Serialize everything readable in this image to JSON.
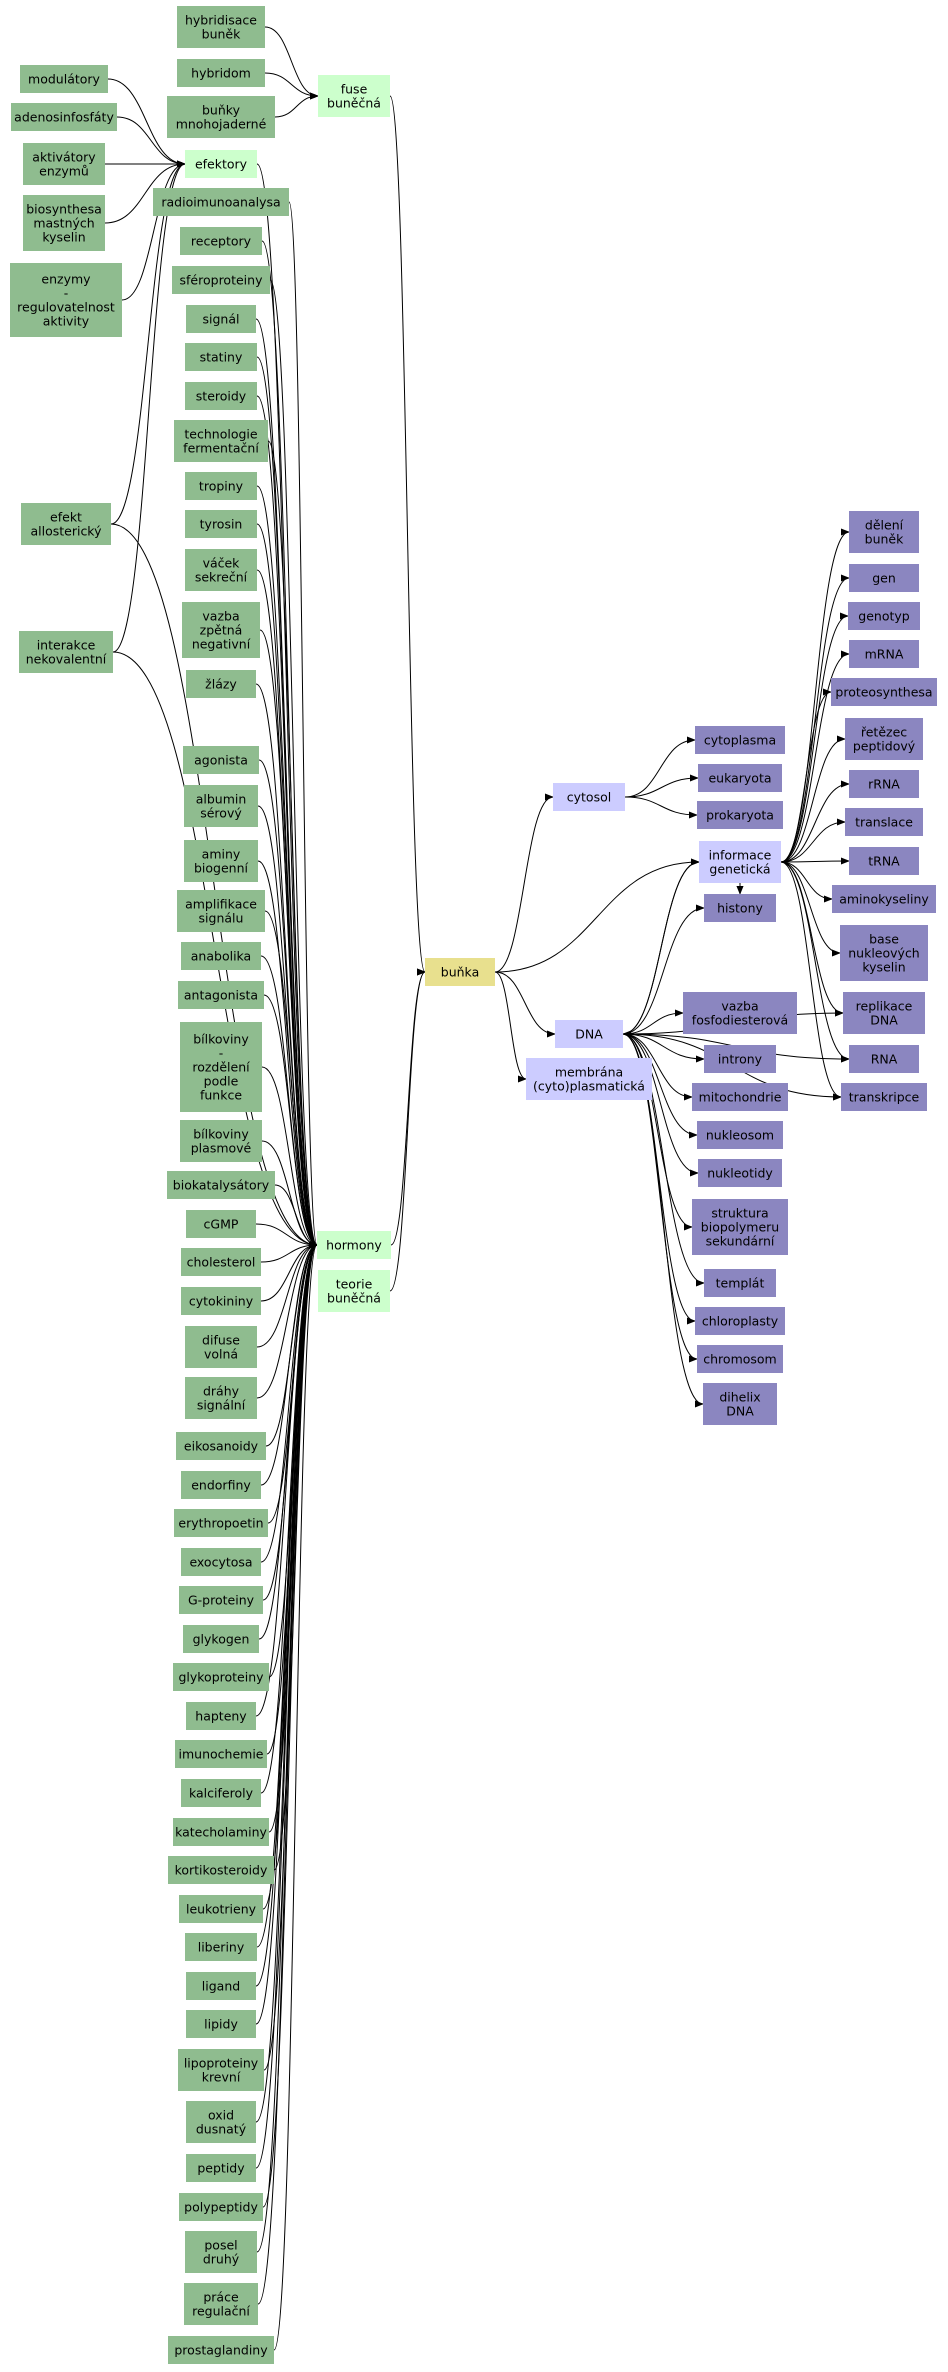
{
  "colors": {
    "concept_green": "#8fbc8f",
    "light_green": "#ccffcc",
    "center_yellow": "#e8e08e",
    "lavender": "#ccccff",
    "purple": "#8b86c0",
    "edge": "#000000",
    "text": "#000000"
  },
  "nodes": [
    {
      "id": "hybridisace",
      "label": "hybridisace\nbuněk",
      "style": "green"
    },
    {
      "id": "hybridom",
      "label": "hybridom",
      "style": "green"
    },
    {
      "id": "bunky_mnoho",
      "label": "buňky\nmnohojaderné",
      "style": "green"
    },
    {
      "id": "fuse",
      "label": "fuse\nbuněčná",
      "style": "lightgreen"
    },
    {
      "id": "modulatory",
      "label": "modulátory",
      "style": "green"
    },
    {
      "id": "adenosin",
      "label": "adenosinfosfáty",
      "style": "green"
    },
    {
      "id": "aktivatory",
      "label": "aktivátory\nenzymů",
      "style": "green"
    },
    {
      "id": "biosynthesa",
      "label": "biosynthesa\nmastných\nkyselin",
      "style": "green"
    },
    {
      "id": "enzymy",
      "label": "enzymy\n-\nregulovatelnost\naktivity",
      "style": "green"
    },
    {
      "id": "efekt",
      "label": "efekt\nallosterický",
      "style": "green"
    },
    {
      "id": "interakce",
      "label": "interakce\nnekovalentní",
      "style": "green"
    },
    {
      "id": "efektory",
      "label": "efektory",
      "style": "lightgreen"
    },
    {
      "id": "radio",
      "label": "radioimunoanalysa",
      "style": "green"
    },
    {
      "id": "receptory",
      "label": "receptory",
      "style": "green"
    },
    {
      "id": "sferoproteiny",
      "label": "sféroproteiny",
      "style": "green"
    },
    {
      "id": "signal",
      "label": "signál",
      "style": "green"
    },
    {
      "id": "statiny",
      "label": "statiny",
      "style": "green"
    },
    {
      "id": "steroidy",
      "label": "steroidy",
      "style": "green"
    },
    {
      "id": "technologie",
      "label": "technologie\nfermentační",
      "style": "green"
    },
    {
      "id": "tropiny",
      "label": "tropiny",
      "style": "green"
    },
    {
      "id": "tyrosin",
      "label": "tyrosin",
      "style": "green"
    },
    {
      "id": "vacek",
      "label": "váček\nsekreční",
      "style": "green"
    },
    {
      "id": "vazba_zpetna",
      "label": "vazba\nzpětná\nnegativní",
      "style": "green"
    },
    {
      "id": "zlazy",
      "label": "žlázy",
      "style": "green"
    },
    {
      "id": "agonista",
      "label": "agonista",
      "style": "green"
    },
    {
      "id": "albumin",
      "label": "albumin\nsérový",
      "style": "green"
    },
    {
      "id": "aminy",
      "label": "aminy\nbiogenní",
      "style": "green"
    },
    {
      "id": "amplifikace",
      "label": "amplifikace\nsignálu",
      "style": "green"
    },
    {
      "id": "anabolika",
      "label": "anabolika",
      "style": "green"
    },
    {
      "id": "antagonista",
      "label": "antagonista",
      "style": "green"
    },
    {
      "id": "bilkoviny_rozd",
      "label": "bílkoviny\n-\nrozdělení\npodle\nfunkce",
      "style": "green"
    },
    {
      "id": "bilkoviny_plaz",
      "label": "bílkoviny\nplasmové",
      "style": "green"
    },
    {
      "id": "biokatalysatory",
      "label": "biokatalysátory",
      "style": "green"
    },
    {
      "id": "cgmp",
      "label": "cGMP",
      "style": "green"
    },
    {
      "id": "cholesterol",
      "label": "cholesterol",
      "style": "green"
    },
    {
      "id": "cytokininy",
      "label": "cytokininy",
      "style": "green"
    },
    {
      "id": "difuse",
      "label": "difuse\nvolná",
      "style": "green"
    },
    {
      "id": "drahy",
      "label": "dráhy\nsignální",
      "style": "green"
    },
    {
      "id": "eikosanoidy",
      "label": "eikosanoidy",
      "style": "green"
    },
    {
      "id": "endorfiny",
      "label": "endorfiny",
      "style": "green"
    },
    {
      "id": "erythropoetin",
      "label": "erythropoetin",
      "style": "green"
    },
    {
      "id": "exocytosa",
      "label": "exocytosa",
      "style": "green"
    },
    {
      "id": "gproteiny",
      "label": "G-proteiny",
      "style": "green"
    },
    {
      "id": "glykogen",
      "label": "glykogen",
      "style": "green"
    },
    {
      "id": "glykoproteiny",
      "label": "glykoproteiny",
      "style": "green"
    },
    {
      "id": "hapteny",
      "label": "hapteny",
      "style": "green"
    },
    {
      "id": "imunochemie",
      "label": "imunochemie",
      "style": "green"
    },
    {
      "id": "kalciferoly",
      "label": "kalciferoly",
      "style": "green"
    },
    {
      "id": "katecholaminy",
      "label": "katecholaminy",
      "style": "green"
    },
    {
      "id": "kortikosteroidy",
      "label": "kortikosteroidy",
      "style": "green"
    },
    {
      "id": "leukotrieny",
      "label": "leukotrieny",
      "style": "green"
    },
    {
      "id": "liberiny",
      "label": "liberiny",
      "style": "green"
    },
    {
      "id": "ligand",
      "label": "ligand",
      "style": "green"
    },
    {
      "id": "lipidy",
      "label": "lipidy",
      "style": "green"
    },
    {
      "id": "lipoproteiny",
      "label": "lipoproteiny\nkrevní",
      "style": "green"
    },
    {
      "id": "oxid",
      "label": "oxid\ndusnatý",
      "style": "green"
    },
    {
      "id": "peptidy",
      "label": "peptidy",
      "style": "green"
    },
    {
      "id": "polypeptidy",
      "label": "polypeptidy",
      "style": "green"
    },
    {
      "id": "posel",
      "label": "posel\ndruhý",
      "style": "green"
    },
    {
      "id": "prace",
      "label": "práce\nregulační",
      "style": "green"
    },
    {
      "id": "prostaglandiny",
      "label": "prostaglandiny",
      "style": "green"
    },
    {
      "id": "hormony",
      "label": "hormony",
      "style": "lightgreen"
    },
    {
      "id": "teorie",
      "label": "teorie\nbuněčná",
      "style": "lightgreen"
    },
    {
      "id": "bunka",
      "label": "buňka",
      "style": "yellow"
    },
    {
      "id": "cytosol",
      "label": "cytosol",
      "style": "lavender"
    },
    {
      "id": "dna",
      "label": "DNA",
      "style": "lavender"
    },
    {
      "id": "membrana",
      "label": "membrána\n(cyto)plasmatická",
      "style": "lavender"
    },
    {
      "id": "cytoplasma",
      "label": "cytoplasma",
      "style": "purple"
    },
    {
      "id": "eukaryota",
      "label": "eukaryota",
      "style": "purple"
    },
    {
      "id": "prokaryota",
      "label": "prokaryota",
      "style": "purple"
    },
    {
      "id": "informace",
      "label": "informace\ngenetická",
      "style": "lavender"
    },
    {
      "id": "histony",
      "label": "histony",
      "style": "purple"
    },
    {
      "id": "vazba_fosfo",
      "label": "vazba\nfosfodiesterová",
      "style": "purple"
    },
    {
      "id": "introny",
      "label": "introny",
      "style": "purple"
    },
    {
      "id": "mitochondrie",
      "label": "mitochondrie",
      "style": "purple"
    },
    {
      "id": "nukleosom",
      "label": "nukleosom",
      "style": "purple"
    },
    {
      "id": "nukleotidy",
      "label": "nukleotidy",
      "style": "purple"
    },
    {
      "id": "struktura",
      "label": "struktura\nbiopolymeru\nsekundární",
      "style": "purple"
    },
    {
      "id": "templat",
      "label": "templát",
      "style": "purple"
    },
    {
      "id": "chloroplasty",
      "label": "chloroplasty",
      "style": "purple"
    },
    {
      "id": "chromosom",
      "label": "chromosom",
      "style": "purple"
    },
    {
      "id": "dihelix",
      "label": "dihelix\nDNA",
      "style": "purple"
    },
    {
      "id": "deleni",
      "label": "dělení\nbuněk",
      "style": "purple"
    },
    {
      "id": "gen",
      "label": "gen",
      "style": "purple"
    },
    {
      "id": "genotyp",
      "label": "genotyp",
      "style": "purple"
    },
    {
      "id": "mrna",
      "label": "mRNA",
      "style": "purple"
    },
    {
      "id": "proteosynthesa",
      "label": "proteosynthesa",
      "style": "purple"
    },
    {
      "id": "retezec",
      "label": "řetězec\npeptidový",
      "style": "purple"
    },
    {
      "id": "rrna",
      "label": "rRNA",
      "style": "purple"
    },
    {
      "id": "translace",
      "label": "translace",
      "style": "purple"
    },
    {
      "id": "trna",
      "label": "tRNA",
      "style": "purple"
    },
    {
      "id": "aminokyseliny",
      "label": "aminokyseliny",
      "style": "purple"
    },
    {
      "id": "base",
      "label": "base\nnukleových\nkyselin",
      "style": "purple"
    },
    {
      "id": "replikace",
      "label": "replikace\nDNA",
      "style": "purple"
    },
    {
      "id": "rna",
      "label": "RNA",
      "style": "purple"
    },
    {
      "id": "transkripce",
      "label": "transkripce",
      "style": "purple"
    }
  ],
  "edges": [
    [
      "hybridisace",
      "fuse"
    ],
    [
      "hybridom",
      "fuse"
    ],
    [
      "bunky_mnoho",
      "fuse"
    ],
    [
      "fuse",
      "bunka"
    ],
    [
      "modulatory",
      "efektory"
    ],
    [
      "adenosin",
      "efektory"
    ],
    [
      "aktivatory",
      "efektory"
    ],
    [
      "biosynthesa",
      "efektory"
    ],
    [
      "enzymy",
      "efektory"
    ],
    [
      "efekt",
      "efektory"
    ],
    [
      "interakce",
      "efektory"
    ],
    [
      "efektory",
      "hormony"
    ],
    [
      "radio",
      "hormony"
    ],
    [
      "receptory",
      "hormony"
    ],
    [
      "sferoproteiny",
      "hormony"
    ],
    [
      "signal",
      "hormony"
    ],
    [
      "statiny",
      "hormony"
    ],
    [
      "steroidy",
      "hormony"
    ],
    [
      "technologie",
      "hormony"
    ],
    [
      "tropiny",
      "hormony"
    ],
    [
      "tyrosin",
      "hormony"
    ],
    [
      "vacek",
      "hormony"
    ],
    [
      "vazba_zpetna",
      "hormony"
    ],
    [
      "zlazy",
      "hormony"
    ],
    [
      "efekt",
      "hormony"
    ],
    [
      "interakce",
      "hormony"
    ],
    [
      "agonista",
      "hormony"
    ],
    [
      "albumin",
      "hormony"
    ],
    [
      "aminy",
      "hormony"
    ],
    [
      "amplifikace",
      "hormony"
    ],
    [
      "anabolika",
      "hormony"
    ],
    [
      "antagonista",
      "hormony"
    ],
    [
      "bilkoviny_rozd",
      "hormony"
    ],
    [
      "bilkoviny_plaz",
      "hormony"
    ],
    [
      "biokatalysatory",
      "hormony"
    ],
    [
      "cgmp",
      "hormony"
    ],
    [
      "cholesterol",
      "hormony"
    ],
    [
      "cytokininy",
      "hormony"
    ],
    [
      "difuse",
      "hormony"
    ],
    [
      "drahy",
      "hormony"
    ],
    [
      "eikosanoidy",
      "hormony"
    ],
    [
      "endorfiny",
      "hormony"
    ],
    [
      "erythropoetin",
      "hormony"
    ],
    [
      "exocytosa",
      "hormony"
    ],
    [
      "gproteiny",
      "hormony"
    ],
    [
      "glykogen",
      "hormony"
    ],
    [
      "glykoproteiny",
      "hormony"
    ],
    [
      "hapteny",
      "hormony"
    ],
    [
      "imunochemie",
      "hormony"
    ],
    [
      "kalciferoly",
      "hormony"
    ],
    [
      "katecholaminy",
      "hormony"
    ],
    [
      "kortikosteroidy",
      "hormony"
    ],
    [
      "leukotrieny",
      "hormony"
    ],
    [
      "liberiny",
      "hormony"
    ],
    [
      "ligand",
      "hormony"
    ],
    [
      "lipidy",
      "hormony"
    ],
    [
      "lipoproteiny",
      "hormony"
    ],
    [
      "oxid",
      "hormony"
    ],
    [
      "peptidy",
      "hormony"
    ],
    [
      "polypeptidy",
      "hormony"
    ],
    [
      "posel",
      "hormony"
    ],
    [
      "prace",
      "hormony"
    ],
    [
      "prostaglandiny",
      "hormony"
    ],
    [
      "hormony",
      "bunka"
    ],
    [
      "teorie",
      "bunka"
    ],
    [
      "bunka",
      "cytosol"
    ],
    [
      "bunka",
      "dna"
    ],
    [
      "bunka",
      "membrana"
    ],
    [
      "bunka",
      "informace"
    ],
    [
      "cytosol",
      "cytoplasma"
    ],
    [
      "cytosol",
      "eukaryota"
    ],
    [
      "cytosol",
      "prokaryota"
    ],
    [
      "dna",
      "informace"
    ],
    [
      "dna",
      "histony"
    ],
    [
      "dna",
      "vazba_fosfo"
    ],
    [
      "dna",
      "introny"
    ],
    [
      "dna",
      "mitochondrie"
    ],
    [
      "dna",
      "nukleosom"
    ],
    [
      "dna",
      "nukleotidy"
    ],
    [
      "dna",
      "struktura"
    ],
    [
      "dna",
      "templat"
    ],
    [
      "dna",
      "chloroplasty"
    ],
    [
      "dna",
      "chromosom"
    ],
    [
      "dna",
      "dihelix"
    ],
    [
      "dna",
      "replikace"
    ],
    [
      "dna",
      "rna"
    ],
    [
      "dna",
      "transkripce"
    ],
    [
      "informace",
      "deleni"
    ],
    [
      "informace",
      "gen"
    ],
    [
      "informace",
      "genotyp"
    ],
    [
      "informace",
      "mrna"
    ],
    [
      "informace",
      "proteosynthesa"
    ],
    [
      "informace",
      "retezec"
    ],
    [
      "informace",
      "rrna"
    ],
    [
      "informace",
      "translace"
    ],
    [
      "informace",
      "trna"
    ],
    [
      "informace",
      "aminokyseliny"
    ],
    [
      "informace",
      "base"
    ],
    [
      "informace",
      "replikace"
    ],
    [
      "informace",
      "rna"
    ],
    [
      "informace",
      "transkripce"
    ],
    [
      "informace",
      "histony"
    ],
    [
      "informace",
      "dna"
    ]
  ]
}
